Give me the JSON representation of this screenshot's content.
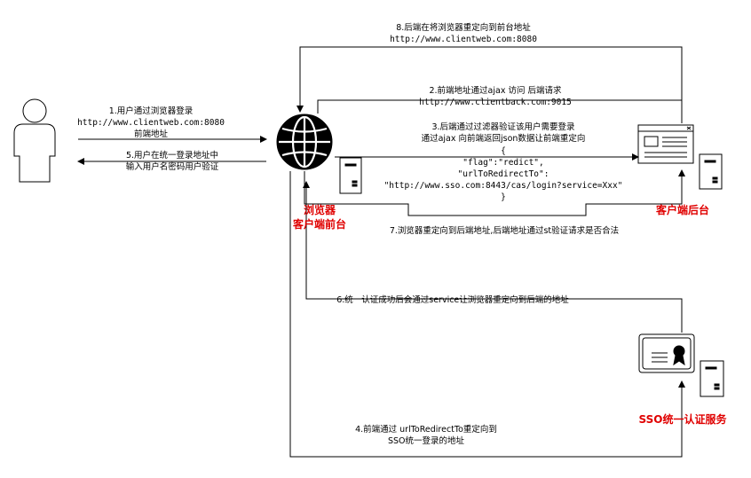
{
  "actors": {
    "browser_label_1": "浏览器",
    "browser_label_2": "客户端前台",
    "client_backend_label": "客户端后台",
    "sso_label": "SSO统一认证服务"
  },
  "steps": {
    "s1": [
      "1.用户通过浏览器登录",
      "http://www.clientweb.com:8080",
      "前端地址"
    ],
    "s2": [
      "2.前端地址通过ajax 访问 后端请求",
      "http://www.clientback.com:9015"
    ],
    "s3": [
      "3.后端通过过滤器验证该用户需要登录",
      "通过ajax 向前端返回json数据让前端重定向",
      "{",
      "\"flag\":\"redict\",",
      "\"urlToRedirectTo\":",
      "\"http://www.sso.com:8443/cas/login?service=Xxx\"",
      "}"
    ],
    "s4": [
      "4.前端通过 urlToRedirectTo重定向到",
      "SSO统一登录的地址"
    ],
    "s5": [
      "5.用户在统一登录地址中",
      "输入用户名密码用户验证"
    ],
    "s6": [
      "6.统一认证成功后会通过service让浏览器重定向到后端的地址"
    ],
    "s7": [
      "7.浏览器重定向到后端地址,后端地址通过st验证请求是否合法"
    ],
    "s8": [
      "8.后端在将浏览器重定向到前台地址",
      "http://www.clientweb.com:8080"
    ]
  }
}
